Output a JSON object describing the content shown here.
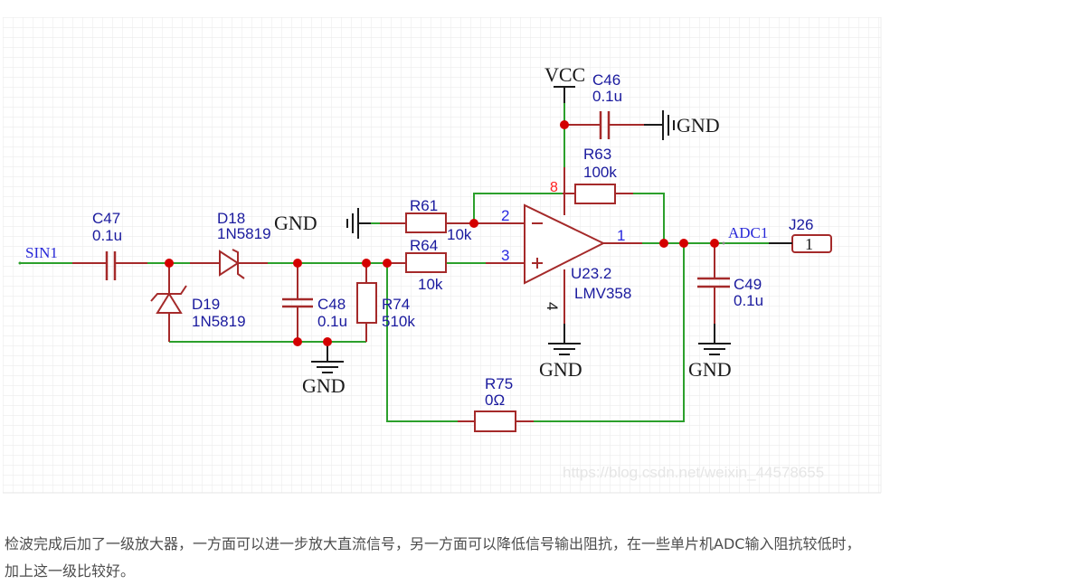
{
  "schematic": {
    "net_labels": {
      "input": "SIN1",
      "output": "ADC1",
      "vcc": "VCC",
      "gnd": "GND"
    },
    "components": {
      "C47": {
        "ref": "C47",
        "value": "0.1u"
      },
      "D18": {
        "ref": "D18",
        "value": "1N5819"
      },
      "D19": {
        "ref": "D19",
        "value": "1N5819"
      },
      "C48": {
        "ref": "C48",
        "value": "0.1u"
      },
      "R74": {
        "ref": "R74",
        "value": "510k"
      },
      "R61": {
        "ref": "R61",
        "value": "10k"
      },
      "R64": {
        "ref": "R64",
        "value": "10k"
      },
      "R63": {
        "ref": "R63",
        "value": "100k"
      },
      "C46": {
        "ref": "C46",
        "value": "0.1u"
      },
      "U23": {
        "ref": "U23.2",
        "value": "LMV358"
      },
      "C49": {
        "ref": "C49",
        "value": "0.1u"
      },
      "R75": {
        "ref": "R75",
        "value": "0Ω"
      },
      "J26": {
        "ref": "J26",
        "pin": "1"
      }
    },
    "opamp_pins": {
      "inverting": "2",
      "non_inverting": "3",
      "output": "1",
      "ground": "4",
      "supply": "8"
    },
    "colors": {
      "wire": "#2ca02c",
      "component": "#a52a2a",
      "junction": "#d40000",
      "ground_symbol": "#1a1a1a",
      "grid": "#ebebeb"
    }
  },
  "watermark": "https://blog.csdn.net/weixin_44578655",
  "caption": {
    "line1": "检波完成后加了一级放大器，一方面可以进一步放大直流信号，另一方面可以降低信号输出阻抗，在一些单片机ADC输入阻抗较低时，",
    "line2": "加上这一级比较好。"
  }
}
